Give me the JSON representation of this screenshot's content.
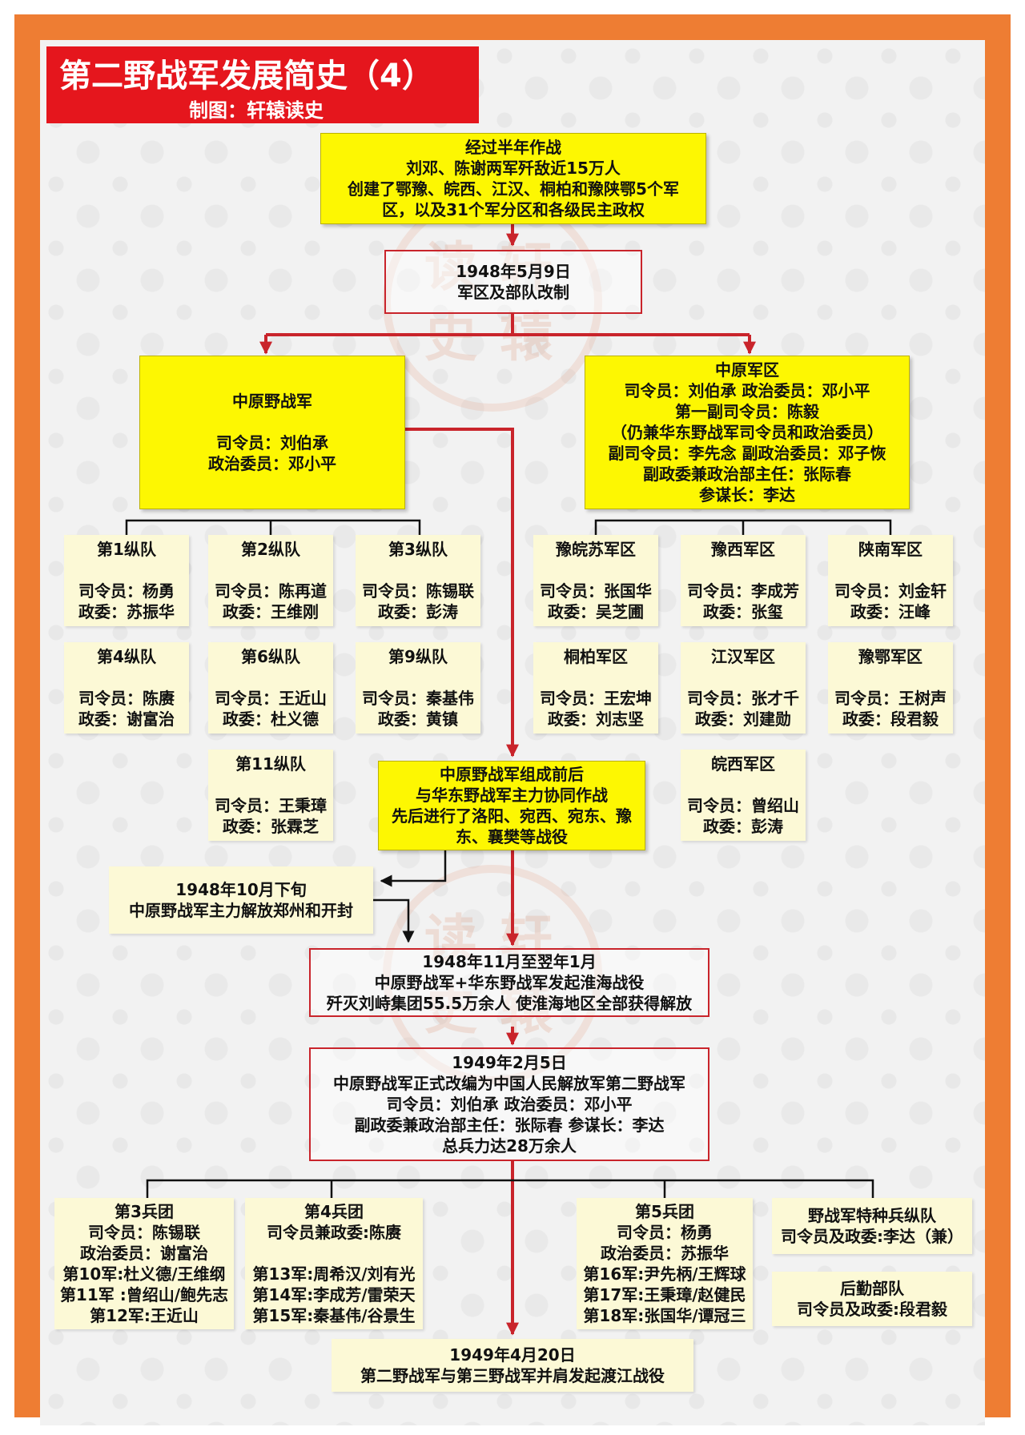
{
  "header": {
    "title": "第二野战军发展简史（4）",
    "credit": "制图：轩辕读史"
  },
  "watermark": {
    "chars": [
      "读",
      "轩",
      "史",
      "辕"
    ]
  },
  "flow": {
    "intro": [
      "经过半年作战",
      "刘邓、陈谢两军歼敌近15万人",
      "创建了鄂豫、皖西、江汉、桐柏和豫陕鄂5个军",
      "区，以及31个军分区和各级民主政权"
    ],
    "reform": [
      "1948年5月9日",
      "军区及部队改制"
    ],
    "field_army": {
      "name": "中原野战军",
      "commander": "司令员：刘伯承",
      "commissar": "政治委员：邓小平"
    },
    "military_region": {
      "lines": [
        "中原军区",
        "司令员：刘伯承  政治委员：邓小平",
        "第一副司令员：陈毅",
        "（仍兼华东野战军司令员和政治委员）",
        "副司令员：李先念  副政治委员：邓子恢",
        "副政委兼政治部主任：张际春",
        "参谋长：李达"
      ]
    },
    "columns": [
      {
        "name": "第1纵队",
        "commander": "司令员：杨勇",
        "commissar": "政委：苏振华"
      },
      {
        "name": "第2纵队",
        "commander": "司令员：陈再道",
        "commissar": "政委：王维刚"
      },
      {
        "name": "第3纵队",
        "commander": "司令员：陈锡联",
        "commissar": "政委：彭涛"
      },
      {
        "name": "第4纵队",
        "commander": "司令员：陈赓",
        "commissar": "政委：谢富治"
      },
      {
        "name": "第6纵队",
        "commander": "司令员：王近山",
        "commissar": "政委：杜义德"
      },
      {
        "name": "第9纵队",
        "commander": "司令员：秦基伟",
        "commissar": "政委：黄镇"
      },
      {
        "name": "第11纵队",
        "commander": "司令员：王秉璋",
        "commissar": "政委：张霖芝"
      }
    ],
    "regions": [
      {
        "name": "豫皖苏军区",
        "commander": "司令员：张国华",
        "commissar": "政委：吴芝圃"
      },
      {
        "name": "豫西军区",
        "commander": "司令员：李成芳",
        "commissar": "政委：张玺"
      },
      {
        "name": "陕南军区",
        "commander": "司令员：刘金轩",
        "commissar": "政委：汪峰"
      },
      {
        "name": "桐柏军区",
        "commander": "司令员：王宏坤",
        "commissar": "政委：刘志坚"
      },
      {
        "name": "江汉军区",
        "commander": "司令员：张才千",
        "commissar": "政委：刘建勋"
      },
      {
        "name": "豫鄂军区",
        "commander": "司令员：王树声",
        "commissar": "政委：段君毅"
      },
      {
        "name": "皖西军区",
        "commander": "司令员：曾绍山",
        "commissar": "政委：彭涛"
      }
    ],
    "cooperation": [
      "中原野战军组成前后",
      "与华东野战军主力协同作战",
      "先后进行了洛阳、宛西、宛东、豫",
      "东、襄樊等战役"
    ],
    "zhengzhou": [
      "1948年10月下旬",
      "中原野战军主力解放郑州和开封"
    ],
    "huaihai": [
      "1948年11月至翌年1月",
      "中原野战军+华东野战军发起淮海战役",
      "歼灭刘峙集团55.5万余人  使淮海地区全部获得解放"
    ],
    "reorg": [
      "1949年2月5日",
      "中原野战军正式改编为中国人民解放军第二野战军",
      "司令员：刘伯承  政治委员：邓小平",
      "副政委兼政治部主任：张际春  参谋长：李达",
      "总兵力达28万余人"
    ],
    "corps3": [
      "第3兵团",
      "司令员：陈锡联",
      "政治委员：谢富治",
      "第10军:杜义德/王维纲",
      "第11军 :曾绍山/鲍先志",
      "第12军:王近山"
    ],
    "corps4": [
      "第4兵团",
      "司令员兼政委:陈赓",
      "第13军:周希汉/刘有光",
      "第14军:李成芳/雷荣天",
      "第15军:秦基伟/谷景生"
    ],
    "corps5": [
      "第5兵团",
      "司令员：杨勇",
      "政治委员：苏振华",
      "第16军:尹先柄/王辉球",
      "第17军:王秉璋/赵健民",
      "第18军:张国华/谭冠三"
    ],
    "special": [
      "野战军特种兵纵队",
      "司令员及政委:李达（兼）"
    ],
    "logistics": [
      "后勤部队",
      "司令员及政委:段君毅"
    ],
    "crossing": [
      "1949年4月20日",
      "第二野战军与第三野战军并肩发起渡江战役"
    ]
  }
}
